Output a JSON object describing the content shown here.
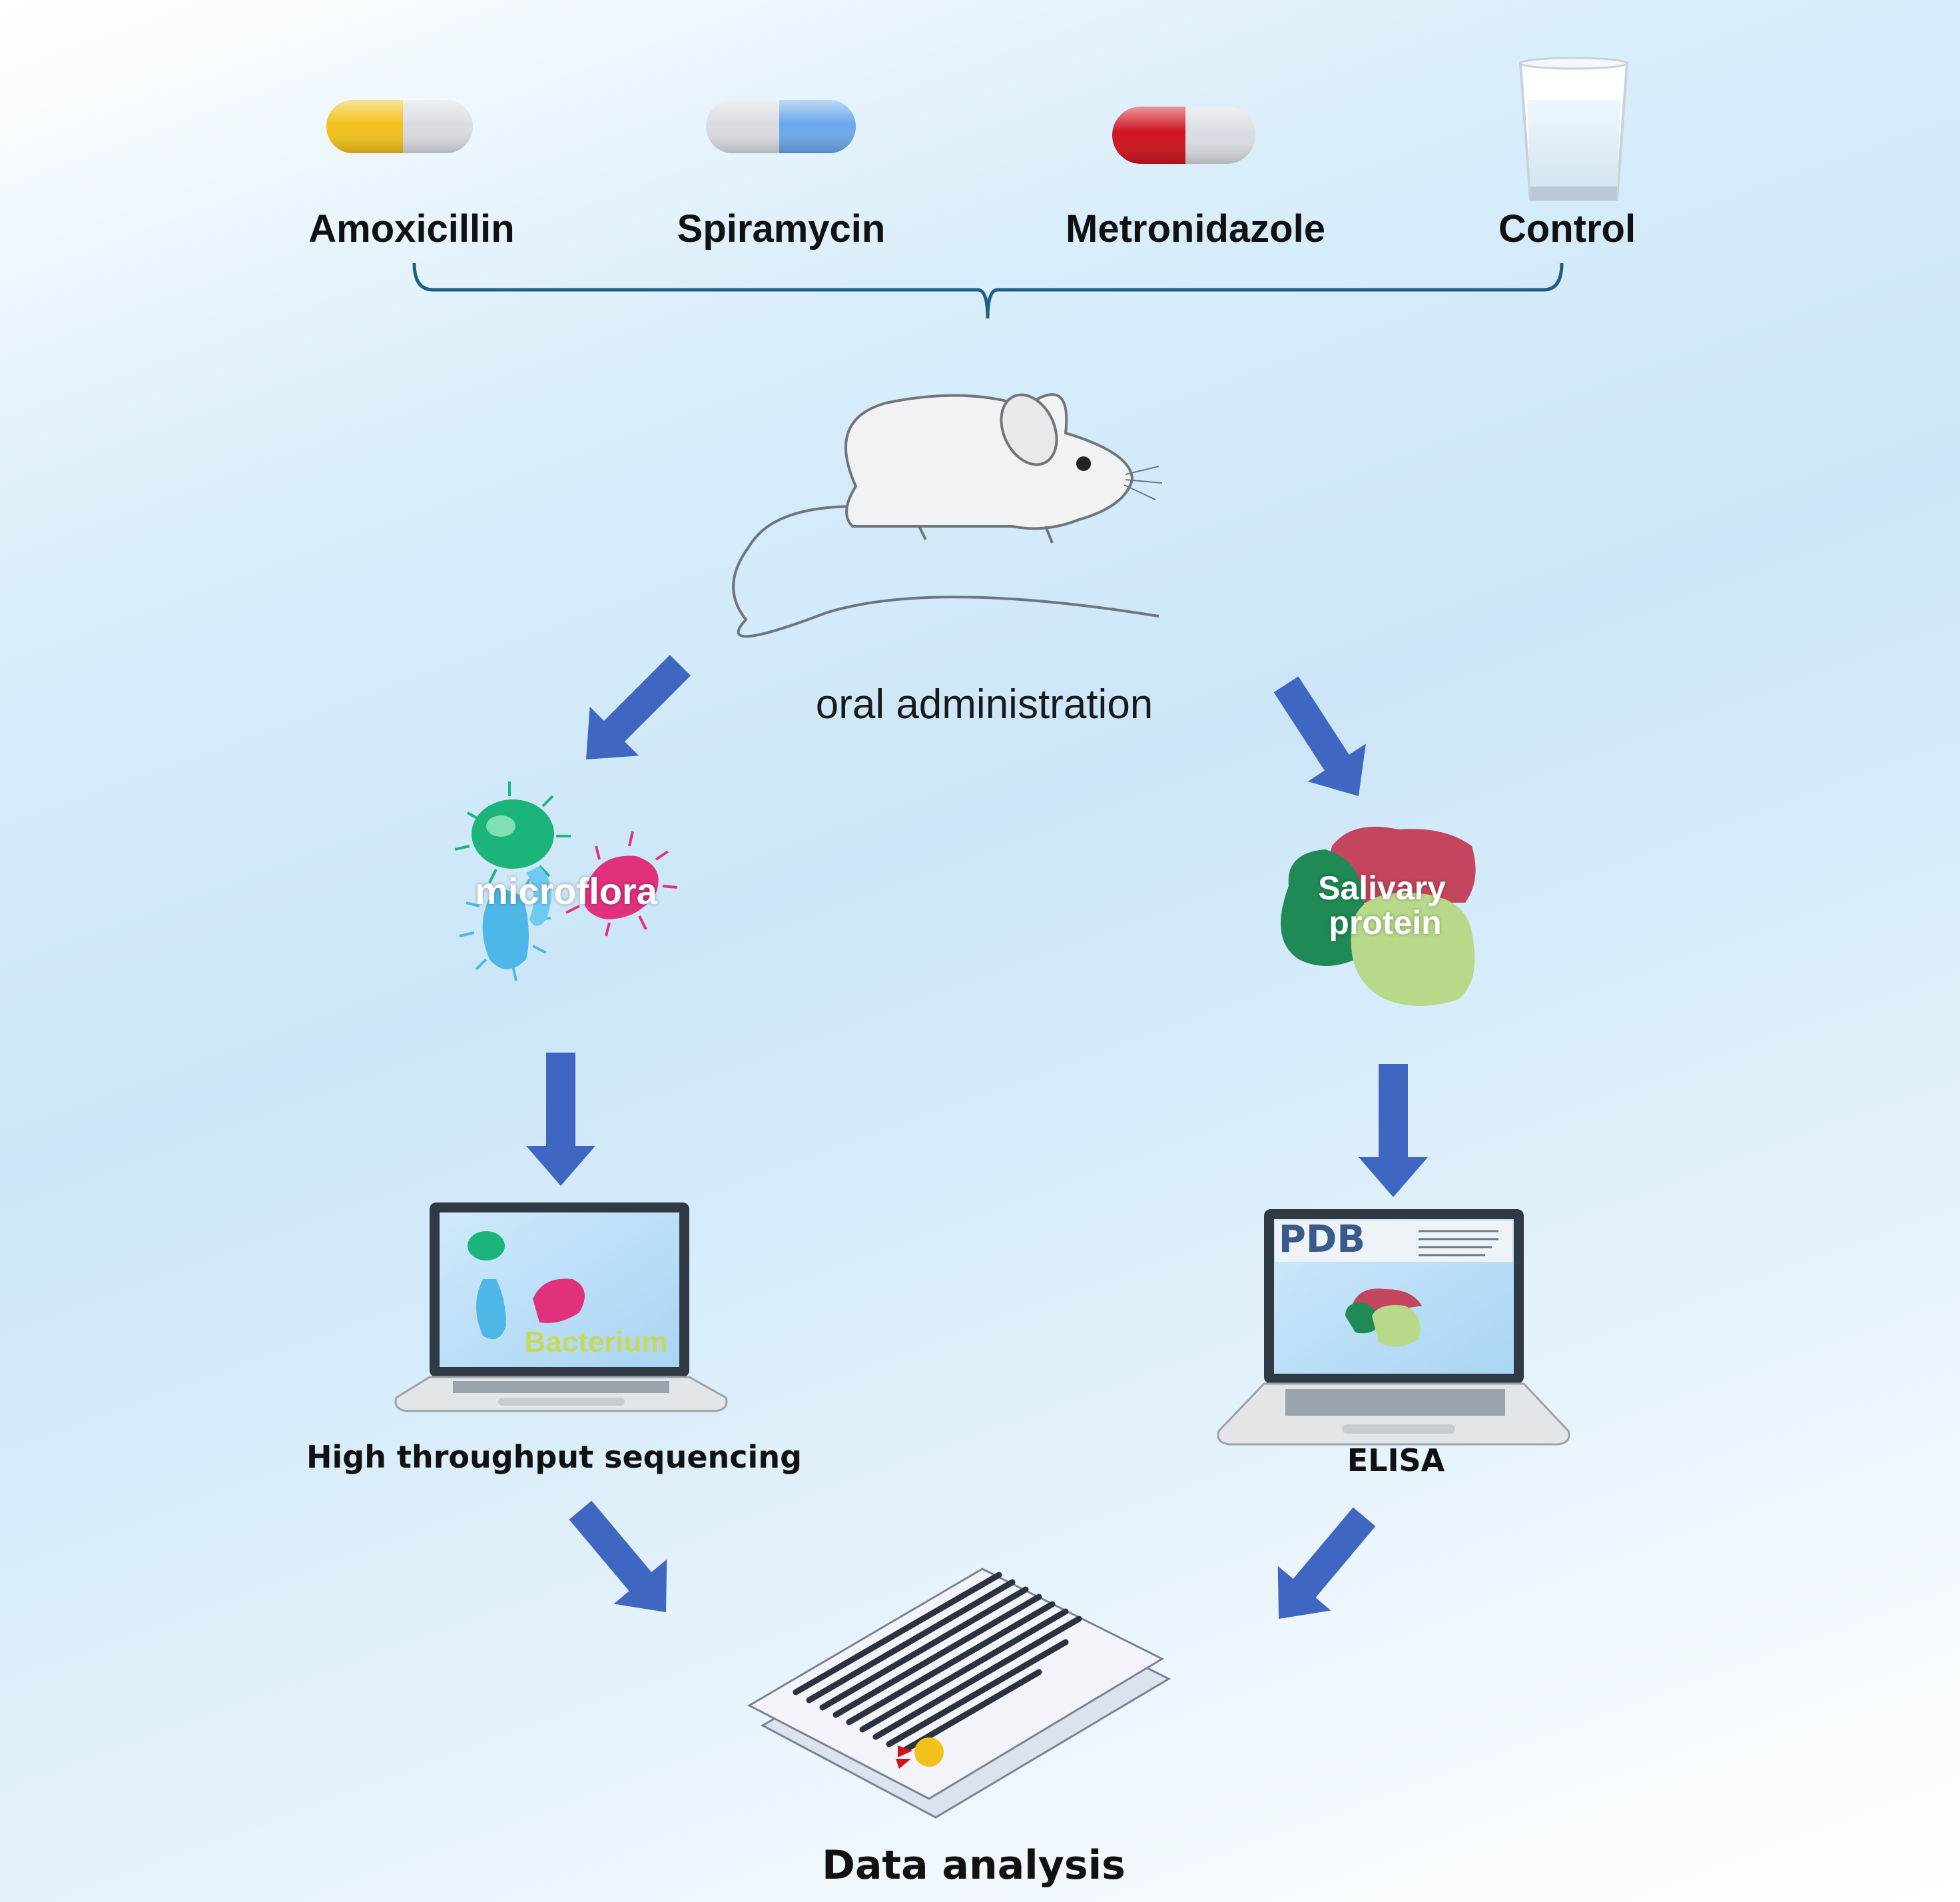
{
  "groups": [
    {
      "label": "Amoxicillin"
    },
    {
      "label": "Spiramycin"
    },
    {
      "label": "Metronidazole"
    },
    {
      "label": "Control"
    }
  ],
  "process_label": "oral administration",
  "branches": {
    "left": {
      "sample_label": "microflora",
      "screen_label": "Bacterium",
      "method_label": "High throughput sequencing"
    },
    "right": {
      "sample_label_line1": "Salivary",
      "sample_label_line2": "protein",
      "screen_logo": "PDB",
      "method_label": "ELISA"
    }
  },
  "result_label": "Data analysis",
  "colors": {
    "arrow": "#3f67c2",
    "bracket": "#1f5f86",
    "bacterium_green": "#1bb57c",
    "bacterium_blue": "#4db8e8",
    "bacterium_pink": "#e0317d",
    "protein_red": "#c4465e",
    "protein_dark_green": "#1f8a55",
    "protein_light_green": "#b8d98a"
  }
}
